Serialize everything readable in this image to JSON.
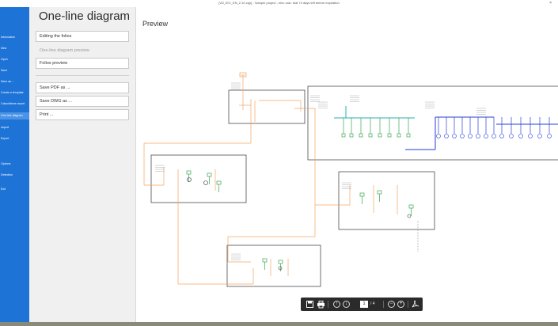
{
  "window": {
    "title": "[VD_IEC_EN_2.10.vpp] - Sample project - elec calc. trial 74 days left before expiration",
    "close_glyph": "×"
  },
  "sidebar": {
    "items": [
      {
        "label": "Information"
      },
      {
        "label": "New"
      },
      {
        "label": "Open"
      },
      {
        "label": "Save"
      },
      {
        "label": "Save as ..."
      },
      {
        "label": "Create a template"
      },
      {
        "label": "Calculations report"
      },
      {
        "label": "One-line diagram",
        "active": true
      },
      {
        "label": "Import"
      },
      {
        "label": "Export"
      },
      {
        "label": "Options"
      },
      {
        "label": "Detection"
      },
      {
        "label": "Exit"
      }
    ]
  },
  "menu": {
    "title": "One-line diagram",
    "buttons": {
      "editing_folios": "Editing the folios",
      "one_line_preview": "One-line diagram preview",
      "folios_preview": "Folios preview",
      "save_pdf": "Save PDF as ...",
      "save_dwg": "Save DWG as ...",
      "print": "Print ..."
    }
  },
  "preview": {
    "title": "Preview",
    "colors": {
      "wire_orange": "#f4a460",
      "frame": "#333333",
      "bus_blue": "#2a3fd6",
      "bus_cyan": "#2ab0a8",
      "component_green": "#3aa850"
    }
  },
  "viewer_toolbar": {
    "icons": [
      "save-icon",
      "print-icon",
      "page-up-icon",
      "page-down-icon",
      "zoom-out-icon",
      "zoom-in-icon",
      "acrobat-icon"
    ],
    "current_page": "1",
    "page_total": "/ 4"
  }
}
